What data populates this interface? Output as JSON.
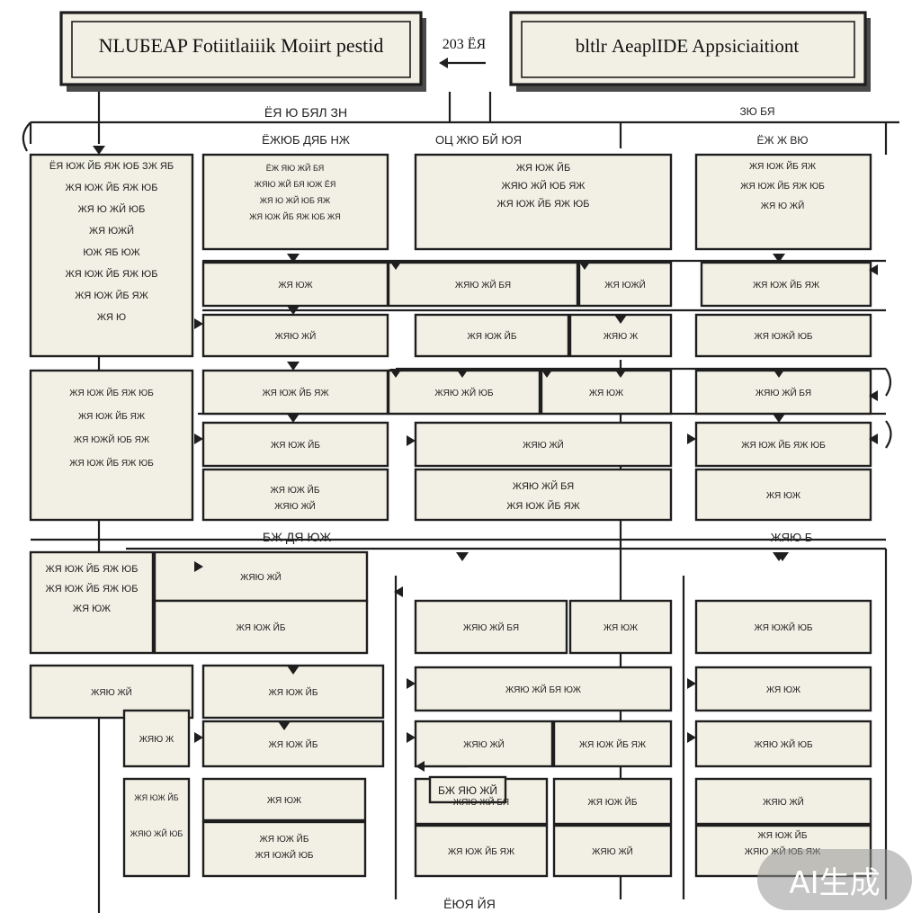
{
  "header": {
    "left_title": "NLUБEAP Fotiitlaiiik Moiirt pestid",
    "right_title": "bltlr ΑeaplIDE Appsiciaitiont",
    "center_label": "203 ЁЯ"
  },
  "section_labels": [
    {
      "id": "top-center",
      "text": "ЁЯ Ю БЯЛ ЗН"
    },
    {
      "id": "col1-top",
      "text": "ЁЖЮБ ДЯБ НЖ"
    },
    {
      "id": "col2-top",
      "text": "ОЦ ЖЮ БЙ ЮЯ"
    },
    {
      "id": "col4-top",
      "text": "ЗЮ БЯ"
    },
    {
      "id": "col4-sub",
      "text": "ЁЖ Ж ВЮ"
    },
    {
      "id": "mid-left",
      "text": "БЖ ДЯ ЮЖ"
    },
    {
      "id": "mid-right",
      "text": "ЖЯЮ Б"
    },
    {
      "id": "bottom",
      "text": "ЁЮЯ ЙЯ"
    }
  ],
  "blocks": [
    {
      "id": "A1",
      "lines": [
        "ЁЯ ЮЖ ЙБ ЯЖ ЮБ ЗЖ ЯБ",
        "ЖЯ ЮЖ ЙБ ЯЖ ЮБ",
        "ЖЯ Ю ЖЙ ЮБ",
        "ЖЯ ЮЖЙ",
        "ЮЖ ЯБ ЮЖ",
        "ЖЯ ЮЖ ЙБ ЯЖ ЮБ",
        "ЖЯ ЮЖ ЙБ ЯЖ",
        "ЖЯ Ю"
      ]
    },
    {
      "id": "A2",
      "lines": [
        "ЁЖ ЯЮ ЖЙ БЯ",
        "ЖЯЮ ЖЙ БЯ ЮЖ ЁЯ",
        "ЖЯ Ю ЖЙ ЮБ ЯЖ",
        "ЖЯ ЮЖ ЙБ ЯЖ ЮБ ЖЯ"
      ]
    },
    {
      "id": "A3",
      "lines": [
        "ЖЯ ЮЖ ЙБ",
        "ЖЯЮ ЖЙ ЮБ ЯЖ",
        "ЖЯ ЮЖ ЙБ ЯЖ ЮБ"
      ]
    },
    {
      "id": "A4",
      "lines": [
        "ЖЯ ЮЖ ЙБ ЯЖ",
        "ЖЯ ЮЖ ЙБ ЯЖ ЮБ",
        "ЖЯ Ю ЖЙ"
      ]
    },
    {
      "id": "B1",
      "lines": [
        "ЖЯ ЮЖ ЙБ ЯЖ ЮБ",
        "ЖЯ ЮЖ ЙБ ЯЖ",
        "ЖЯ ЮЖЙ ЮБ ЯЖ",
        "ЖЯ ЮЖ ЙБ ЯЖ ЮБ"
      ]
    },
    {
      "id": "B2",
      "lines": [
        "ЖЯ ЮЖ ЙБ",
        "ЖЯЮ ЖЙ"
      ]
    },
    {
      "id": "B3",
      "lines": [
        "ЖЯЮ ЖЙ БЯ",
        "ЖЯ ЮЖ ЙБ ЯЖ"
      ]
    },
    {
      "id": "C1",
      "lines": [
        "ЖЯ ЮЖ ЙБ ЯЖ ЮБ",
        "ЖЯ ЮЖ ЙБ ЯЖ ЮБ",
        "ЖЯ ЮЖ"
      ]
    },
    {
      "id": "C2",
      "lines": [
        "ЖЯ ЮЖ ЙБ",
        "ЖЯЮ ЖЙ ЮБ"
      ]
    },
    {
      "id": "C3",
      "lines": [
        "ЖЯ ЮЖ ЙБ",
        "ЖЯ ЮЖЙ ЮБ"
      ]
    },
    {
      "id": "C4",
      "lines": [
        "ЖЯ ЮЖ ЙБ",
        "ЖЯЮ ЖЙ ЮБ ЯЖ"
      ]
    }
  ],
  "cells": [
    "ЖЯ ЮЖ",
    "ЖЯЮ ЖЙ БЯ",
    "ЖЯ ЮЖЙ",
    "ЖЯ ЮЖ ЙБ ЯЖ",
    "ЖЯЮ ЖЙ",
    "ЖЯ ЮЖ ЙБ",
    "ЖЯЮ Ж",
    "ЖЯ ЮЖЙ ЮБ",
    "ЖЯ ЮЖ ЙБ ЯЖ",
    "ЖЯЮ ЖЙ ЮБ",
    "ЖЯ ЮЖ",
    "ЖЯЮ ЖЙ БЯ",
    "ЖЯ ЮЖ ЙБ",
    "ЖЯЮ ЖЙ",
    "ЖЯ ЮЖ ЙБ ЯЖ ЮБ",
    "ЖЯ ЮЖ",
    "ЖЯЮ ЖЙ",
    "ЖЯ ЮЖ ЙБ",
    "ЖЯЮ ЖЙ БЯ",
    "ЖЯ ЮЖ",
    "ЖЯ ЮЖЙ ЮБ",
    "ЖЯЮ ЖЙ",
    "ЖЯ ЮЖ ЙБ",
    "ЖЯЮ ЖЙ БЯ ЮЖ",
    "ЖЯ ЮЖ",
    "ЖЯЮ Ж",
    "ЖЯ ЮЖ ЙБ",
    "ЖЯЮ ЖЙ",
    "ЖЯ ЮЖ ЙБ ЯЖ",
    "ЖЯЮ ЖЙ ЮБ",
    "ЖЯ ЮЖ",
    "ЖЯЮ ЖЙ БЯ",
    "ЖЯ ЮЖ ЙБ",
    "ЖЯЮ ЖЙ",
    "ЖЯ ЮЖ ЙБ ЯЖ",
    "ЖЯЮ ЖЙ",
    "ЖЯ ЮЖ",
    "ЖЯЮ ЖЙ БЯ ЮЖ",
    "ЖЯ ЮЖ ЙБ",
    "ЖЯЮ Ж"
  ],
  "callout": "БЖ ЯЮ ЖЙ",
  "watermark": "AI生成"
}
